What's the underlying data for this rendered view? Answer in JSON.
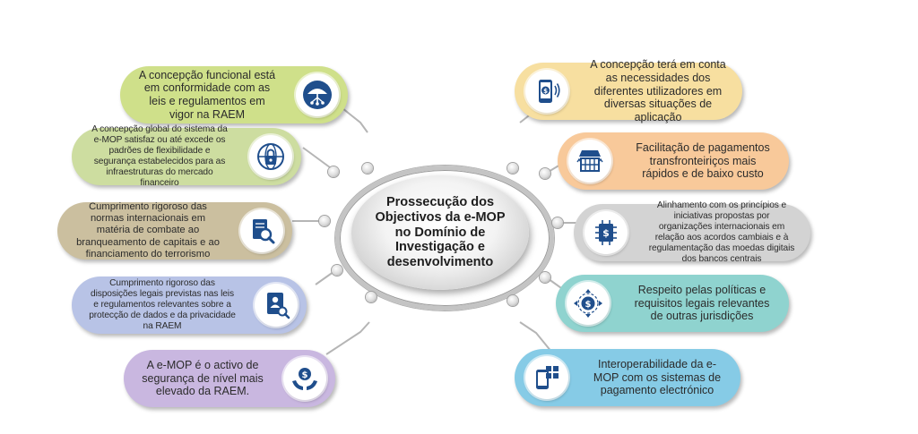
{
  "center": {
    "title": "Prossecução dos Objectivos da e-MOP no Domínio de Investigação e desenvolvimento"
  },
  "left_items": [
    {
      "text": "A concepção funcional está em conformidade com as leis e regulamentos em vigor na RAEM",
      "color": "#cfe08a",
      "icon": "umbrella-network-icon"
    },
    {
      "text": "A concepção global do sistema da e-MOP satisfaz ou até excede os padrões de flexibilidade e segurança estabelecidos para as infraestruturas do mercado financeiro",
      "color": "#cddda0",
      "icon": "secure-globe-lock-icon"
    },
    {
      "text": "Cumprimento rigoroso das normas internacionais em matéria de combate ao branqueamento de capitais e ao financiamento do terrorismo",
      "color": "#cbbf9f",
      "icon": "document-magnifier-icon"
    },
    {
      "text": "Cumprimento rigoroso das disposições legais previstas nas leis e regulamentos relevantes sobre a protecção de dados e da privacidade na RAEM",
      "color": "#b8c3e6",
      "icon": "id-card-inspect-icon"
    },
    {
      "text": "A e-MOP é o activo de segurança de nível mais elevado da RAEM.",
      "color": "#c9b7e0",
      "icon": "hands-dollar-icon"
    }
  ],
  "right_items": [
    {
      "text": "A concepção terá em conta as necessidades dos diferentes utilizadores em diversas situações de aplicação",
      "color": "#f7dfa0",
      "icon": "mobile-payment-icon"
    },
    {
      "text": "Facilitação de pagamentos transfronteiriços mais rápidos e de baixo custo",
      "color": "#f8c99a",
      "icon": "market-stall-icon"
    },
    {
      "text": "Alinhamento com os princípios e iniciativas propostas por organizações internacionais em relação aos acordos cambiais e à regulamentação das moedas digitais dos bancos centrais",
      "color": "#d3d3d3",
      "icon": "dollar-chip-icon"
    },
    {
      "text": "Respeito pelas políticas e requisitos legais relevantes de outras jurisdições",
      "color": "#8fd3cf",
      "icon": "dollar-arrows-icon"
    },
    {
      "text": "Interoperabilidade da e-MOP com os sistemas de pagamento electrónico",
      "color": "#86cbe6",
      "icon": "phone-apps-icon"
    }
  ],
  "accent_colors": {
    "icon_blue": "#1f4e8c",
    "connector_gray": "#b5b5b5"
  }
}
